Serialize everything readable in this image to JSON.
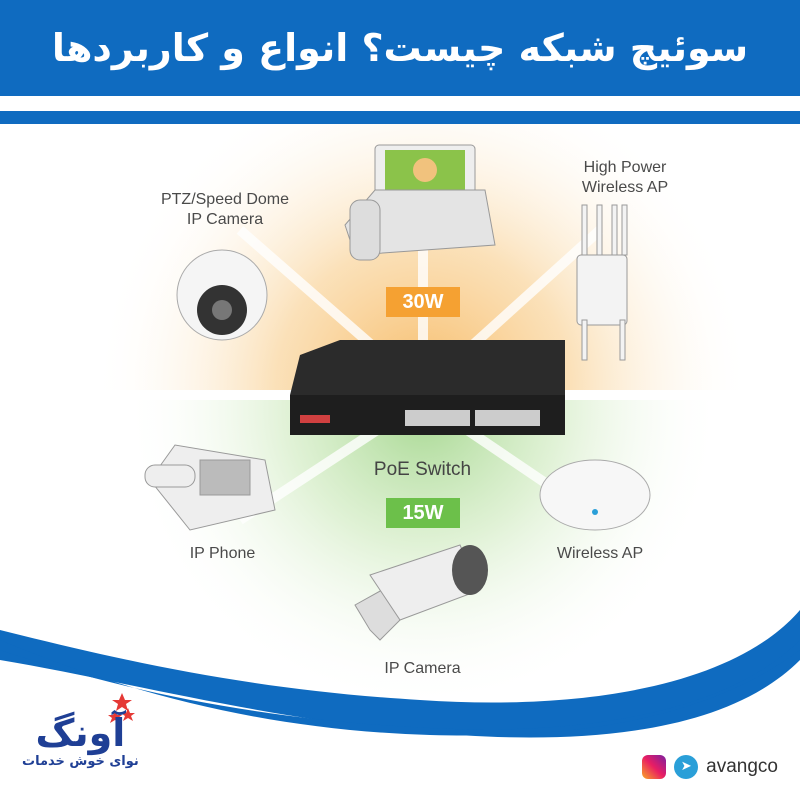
{
  "header": {
    "title": "سوئیچ شبکه چیست؟ انواع و کاربردها"
  },
  "diagram": {
    "center": "PoE Switch",
    "power_high": "30W",
    "power_low": "15W",
    "devices": {
      "ptz_camera": "PTZ/Speed Dome\nIP Camera",
      "high_power_ap": "High Power\nWireless AP",
      "ip_phone": "IP Phone",
      "wireless_ap": "Wireless AP",
      "ip_camera": "IP Camera"
    },
    "colors": {
      "high": "#f5a132",
      "low": "#6cc04a"
    }
  },
  "brand": {
    "name": "آونگ",
    "tagline": "نوای خوش خدمات"
  },
  "social": {
    "icons": [
      "instagram-icon",
      "telegram-icon"
    ],
    "handle": "avangco"
  },
  "colors": {
    "primary": "#0f6bc0"
  }
}
